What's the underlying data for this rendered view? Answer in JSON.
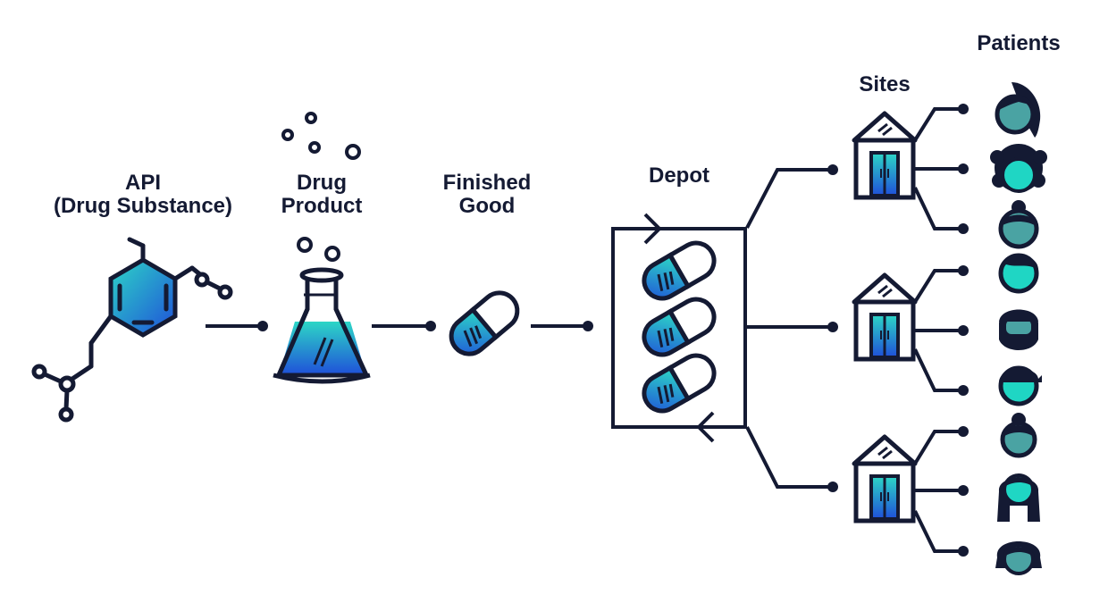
{
  "labels": {
    "api": [
      "API",
      "(Drug Substance)"
    ],
    "drug_product": [
      "Drug",
      "Product"
    ],
    "finished_good": [
      "Finished",
      "Good"
    ],
    "depot": "Depot",
    "sites": "Sites",
    "patients": "Patients"
  },
  "colors": {
    "stroke": "#141a33",
    "gradient_start": "#2dd6c6",
    "gradient_end": "#1f4fd9",
    "face": "#4aa3a3",
    "face_bright": "#1fd6c4"
  },
  "icons": {
    "api": "molecule-icon",
    "drug_product": "flask-icon",
    "finished_good": "capsule-icon",
    "depot": "depot-box-icon",
    "site": "building-icon",
    "patient": "patient-face-icon"
  }
}
